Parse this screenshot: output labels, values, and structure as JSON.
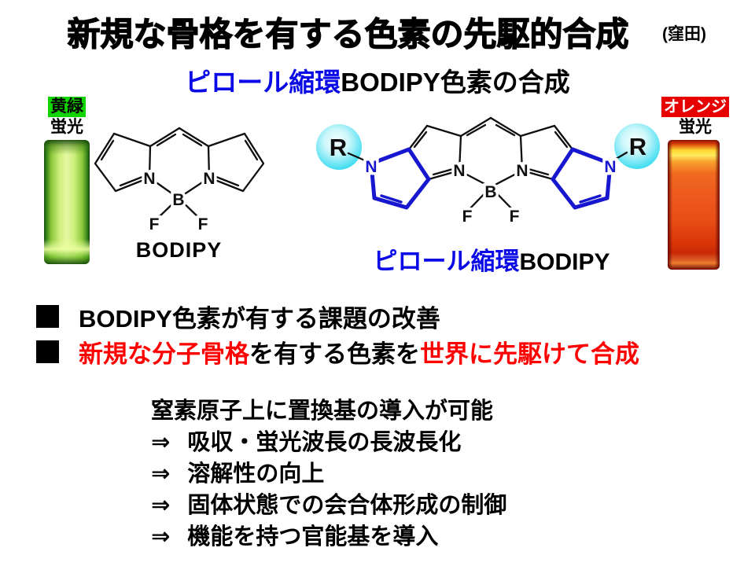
{
  "header": {
    "title": "新規な骨格を有する色素の先駆的合成",
    "credit": "(窪田)"
  },
  "subtitle": {
    "blue": "ピロール縮環",
    "black": "BODIPY色素の合成"
  },
  "left_sample": {
    "tag": "黄緑",
    "sub": "蛍光"
  },
  "right_sample": {
    "tag": "オレンジ",
    "sub": "蛍光"
  },
  "structures": {
    "atom_n": "N",
    "atom_b": "B",
    "atom_f": "F",
    "atom_r": "R",
    "bodipy_label": "BODIPY",
    "fused_label_blue": "ピロール縮環",
    "fused_label_black": "BODIPY"
  },
  "bullets": [
    {
      "segments": [
        {
          "text": "BODIPY色素が有する課題の改善",
          "color": "black"
        }
      ]
    },
    {
      "segments": [
        {
          "text": "新規な分子骨格",
          "color": "red"
        },
        {
          "text": "を有する色素を",
          "color": "black"
        },
        {
          "text": "世界に先駆けて合成",
          "color": "red"
        }
      ]
    }
  ],
  "details": {
    "lead": "窒素原子上に置換基の導入が可能",
    "arrow": "⇒",
    "items": [
      "吸収・蛍光波長の長波長化",
      "溶解性の向上",
      "固体状態での会合体形成の制御",
      "機能を持つ官能基を導入"
    ]
  },
  "colors": {
    "text_blue": "#0a0ae6",
    "text_red": "#ff0000",
    "structure_blue": "#1717cf",
    "tag_green_bg": "#12d400",
    "tag_orange_bg": "#e60000",
    "circle_cyan": "#27d8ef"
  }
}
